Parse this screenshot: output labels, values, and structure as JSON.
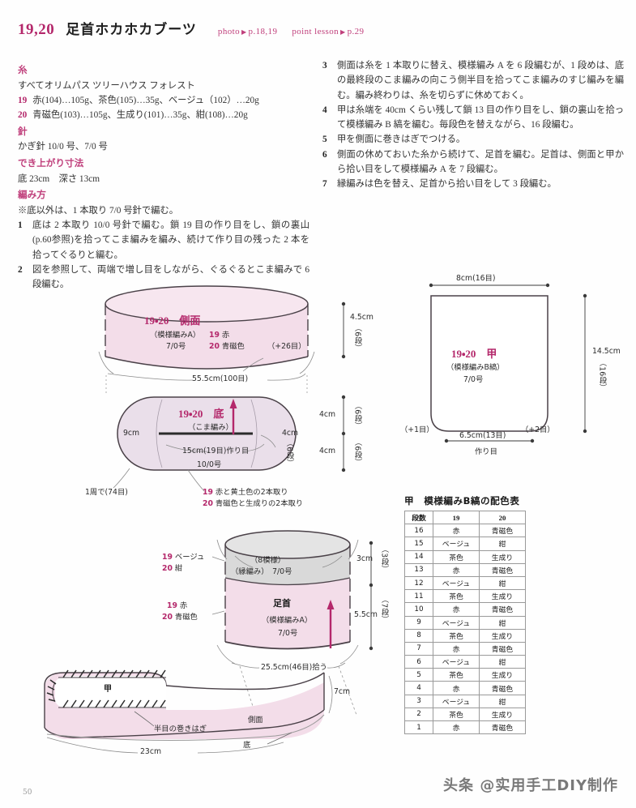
{
  "header": {
    "number": "19,20",
    "title": "足首ホカホカブーツ",
    "ref_photo_label": "photo",
    "ref_photo_page": "p.18,19",
    "ref_lesson_label": "point lesson",
    "ref_lesson_page": "p.29",
    "triangle": "▶"
  },
  "left_column": {
    "yarn_heading": "糸",
    "yarn_brand": "すべてオリムパス ツリーハウス フォレスト",
    "yarn_19_num": "19",
    "yarn_19_text": "赤(104)…105g、茶色(105)…35g、ベージュ（102）…20g",
    "yarn_20_num": "20",
    "yarn_20_text": "青磁色(103)…105g、生成り(101)…35g、紺(108)…20g",
    "needle_heading": "針",
    "needle_text": "かぎ針 10/0 号、7/0 号",
    "size_heading": "でき上がり寸法",
    "size_text": "底 23cm　深さ 13cm",
    "method_heading": "編み方",
    "method_note": "※底以外は、1 本取り 7/0 号針で編む。",
    "step1_num": "1",
    "step1_text": "底は 2 本取り 10/0 号針で編む。鎖 19 目の作り目をし、鎖の裏山(p.60参照)を拾ってこま編みを編み、続けて作り目の残った 2 本を拾ってぐるりと編む。",
    "step2_num": "2",
    "step2_text": "図を参照して、両端で増し目をしながら、ぐるぐるとこま編みで 6 段編む。"
  },
  "right_column": {
    "step3_num": "3",
    "step3_text": "側面は糸を 1 本取りに替え、模様編み A を 6 段編むが、1 段めは、底の最終段のこま編みの向こう側半目を拾ってこま編みのすじ編みを編む。編み終わりは、糸を切らずに休めておく。",
    "step4_num": "4",
    "step4_text": "甲は糸端を 40cm くらい残して鎖 13 目の作り目をし、鎖の裏山を拾って模様編み B 縞を編む。毎段色を替えながら、16 段編む。",
    "step5_num": "5",
    "step5_text": "甲を側面に巻きはぎでつける。",
    "step6_num": "6",
    "step6_text": "側面の休めておいた糸から続けて、足首を編む。足首は、側面と甲から拾い目をして模様編み A を 7 段編む。",
    "step7_num": "7",
    "step7_text": "縁編みは色を替え、足首から拾い目をして 3 段編む。"
  },
  "side_panel": {
    "title": "19・20　側面",
    "pattern": "（模様編みA）",
    "gauge": "7/0号",
    "c19_num": "19",
    "c19_color": "赤",
    "c20_num": "20",
    "c20_color": "青磁色",
    "increase": "（+26目）",
    "width": "55.5cm(100目)",
    "height_cm": "4.5cm",
    "height_rows": "（6段）"
  },
  "sole": {
    "title": "19・20　底",
    "pattern": "（こま編み）",
    "left_dim": "9cm",
    "right_dim": "4cm",
    "right_rows": "（6段）",
    "foundation": "15cm(19目)作り目",
    "gauge": "10/0号",
    "around": "1周で(74目)",
    "c19_num": "19",
    "c19_text": "赤と黄土色の2本取り",
    "c20_num": "20",
    "c20_text": "青磁色と生成りの2本取り",
    "dim_top_cm": "4cm",
    "dim_top_rows": "（6段）",
    "dim_bot_cm": "4cm",
    "dim_bot_rows": "（6段）"
  },
  "instep": {
    "title": "19・20　甲",
    "pattern": "（模様編みB縞）",
    "gauge": "7/0号",
    "top_width": "8cm(16目)",
    "bottom_width": "6.5cm(13目)",
    "bottom_label": "作り目",
    "height_cm": "14.5cm",
    "height_rows": "（16段）",
    "inc_left": "（+1目）",
    "inc_right": "（+2目）"
  },
  "ankle": {
    "title": "足首",
    "pattern": "（模様編みA）",
    "gauge": "7/0号",
    "edge_pattern": "（8模様）",
    "edge_label": "（縁編み）　7/0号",
    "edge_19_num": "19",
    "edge_19_color": "ベージュ",
    "edge_20_num": "20",
    "edge_20_color": "紺",
    "body_19_num": "19",
    "body_19_color": "赤",
    "body_20_num": "20",
    "body_20_color": "青磁色",
    "edge_cm": "3cm",
    "edge_rows": "（3段）",
    "body_cm": "5.5cm",
    "body_rows": "（7段）",
    "pickup": "25.5cm(46目)拾う"
  },
  "assembly": {
    "instep_label": "甲",
    "seam_label": "半目の巻きはぎ",
    "side_label": "側面",
    "sole_label": "底",
    "width": "23cm",
    "height": "7cm"
  },
  "color_table": {
    "title": "甲　模様編みB縞の配色表",
    "headers": [
      "段数",
      "19",
      "20"
    ],
    "rows": [
      {
        "step": "16",
        "c19": "赤",
        "c20": "青磁色",
        "bg": "pink"
      },
      {
        "step": "15",
        "c19": "ベージュ",
        "c20": "紺",
        "bg": "white"
      },
      {
        "step": "14",
        "c19": "茶色",
        "c20": "生成り",
        "bg": "gray"
      },
      {
        "step": "13",
        "c19": "赤",
        "c20": "青磁色",
        "bg": "pink"
      },
      {
        "step": "12",
        "c19": "ベージュ",
        "c20": "紺",
        "bg": "white"
      },
      {
        "step": "11",
        "c19": "茶色",
        "c20": "生成り",
        "bg": "gray"
      },
      {
        "step": "10",
        "c19": "赤",
        "c20": "青磁色",
        "bg": "pink"
      },
      {
        "step": "9",
        "c19": "ベージュ",
        "c20": "紺",
        "bg": "white"
      },
      {
        "step": "8",
        "c19": "茶色",
        "c20": "生成り",
        "bg": "gray"
      },
      {
        "step": "7",
        "c19": "赤",
        "c20": "青磁色",
        "bg": "pink"
      },
      {
        "step": "6",
        "c19": "ベージュ",
        "c20": "紺",
        "bg": "white"
      },
      {
        "step": "5",
        "c19": "茶色",
        "c20": "生成り",
        "bg": "gray"
      },
      {
        "step": "4",
        "c19": "赤",
        "c20": "青磁色",
        "bg": "pink"
      },
      {
        "step": "3",
        "c19": "ベージュ",
        "c20": "紺",
        "bg": "white"
      },
      {
        "step": "2",
        "c19": "茶色",
        "c20": "生成り",
        "bg": "gray"
      },
      {
        "step": "1",
        "c19": "赤",
        "c20": "青磁色",
        "bg": "pink"
      }
    ]
  },
  "footer": {
    "page_number": "50",
    "watermark": "头条 @实用手工DIY制作"
  },
  "colors": {
    "accent_pink": "#b4286b",
    "ref_pink": "#c0407c",
    "fill_pink": "#f3dde9",
    "fill_lavender": "#eadfea",
    "fill_gray": "#d9d9d9",
    "outline": "#4a4148"
  }
}
